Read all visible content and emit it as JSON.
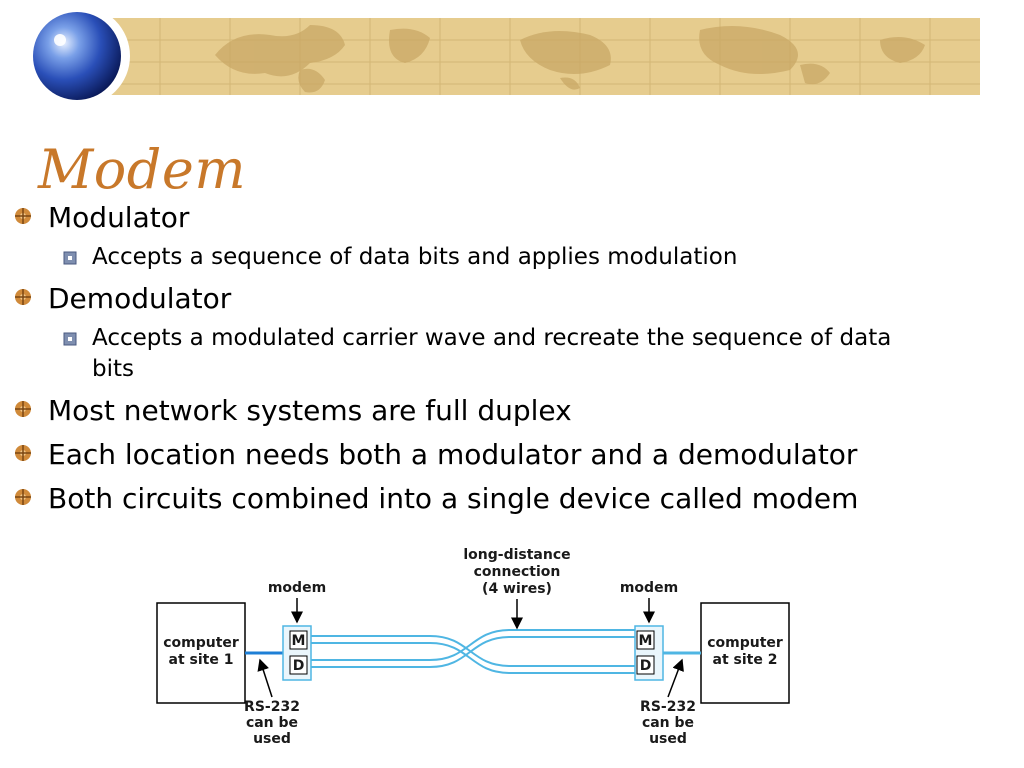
{
  "title": "Modem",
  "colors": {
    "title": "#c8782a",
    "banner": "#e6cc8e",
    "wire": "#4fb6e3",
    "bullet": "#d08a3a"
  },
  "bullets": [
    {
      "text": "Modulator",
      "sub": [
        "Accepts a sequence of data bits and applies modulation"
      ]
    },
    {
      "text": "Demodulator",
      "sub": [
        "Accepts a modulated carrier wave and recreate the sequence of data bits"
      ]
    },
    {
      "text": "Most network systems are full duplex"
    },
    {
      "text": "Each location needs both a modulator and a demodulator"
    },
    {
      "text": "Both circuits combined into a single device called modem"
    }
  ],
  "diagram": {
    "left_computer": [
      "computer",
      "at site 1"
    ],
    "right_computer": [
      "computer",
      "at site 2"
    ],
    "modem_left": "modem",
    "modem_right": "modem",
    "connection": [
      "long-distance",
      "connection",
      "(4 wires)"
    ],
    "m_label": "M",
    "d_label": "D",
    "rs232_left": [
      "RS-232",
      "can be",
      "used"
    ],
    "rs232_right": [
      "RS-232",
      "can be",
      "used"
    ]
  }
}
